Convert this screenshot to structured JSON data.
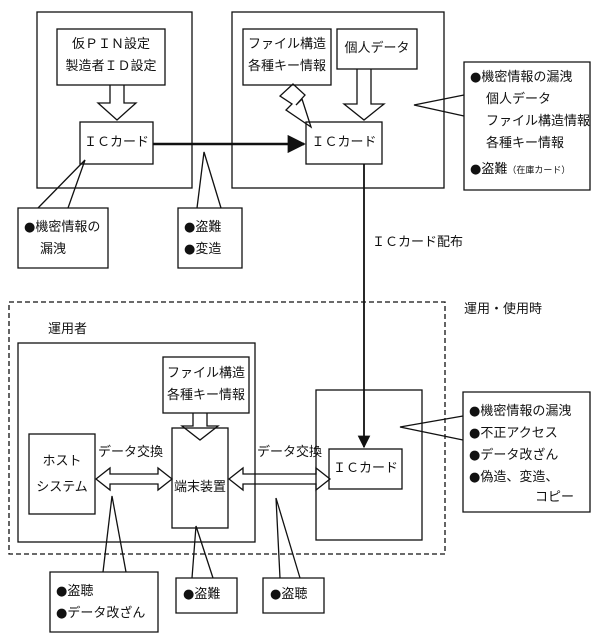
{
  "setup": {
    "input_line1": "仮ＰＩＮ設定",
    "input_line2": "製造者ＩＤ設定",
    "card": "ＩＣカード"
  },
  "issuer": {
    "file_line1": "ファイル構造",
    "file_line2": "各種キー情報",
    "personal": "個人データ",
    "card": "ＩＣカード"
  },
  "threats": {
    "leak_top_line1": "●機密情報の",
    "leak_top_line2": "漏洩",
    "theft_alter_1": "●盗難",
    "theft_alter_2": "●変造",
    "right_top_1": "●機密情報の漏洩",
    "right_top_2": "個人データ",
    "right_top_3": "ファイル構造情報",
    "right_top_4": "各種キー情報",
    "right_top_5": "●盗難",
    "right_top_5_note": "（在庫カード）",
    "right_bottom_1": "●機密情報の漏洩",
    "right_bottom_2": "●不正アクセス",
    "right_bottom_3": "●データ改ざん",
    "right_bottom_4": "●偽造、変造、",
    "right_bottom_5": "コピー",
    "bottom_left_1": "●盗聴",
    "bottom_left_2": "●データ改ざん",
    "bottom_mid": "●盗難",
    "bottom_right": "●盗聴"
  },
  "distribution_label": "ＩＣカード配布",
  "operation_label": "運用・使用時",
  "operator": {
    "title": "運用者",
    "file_line1": "ファイル構造",
    "file_line2": "各種キー情報",
    "host_line1": "ホスト",
    "host_line2": "システム",
    "exchange1": "データ交換",
    "terminal": "端末装置",
    "exchange2": "データ交換"
  },
  "user_card": "ＩＣカード"
}
